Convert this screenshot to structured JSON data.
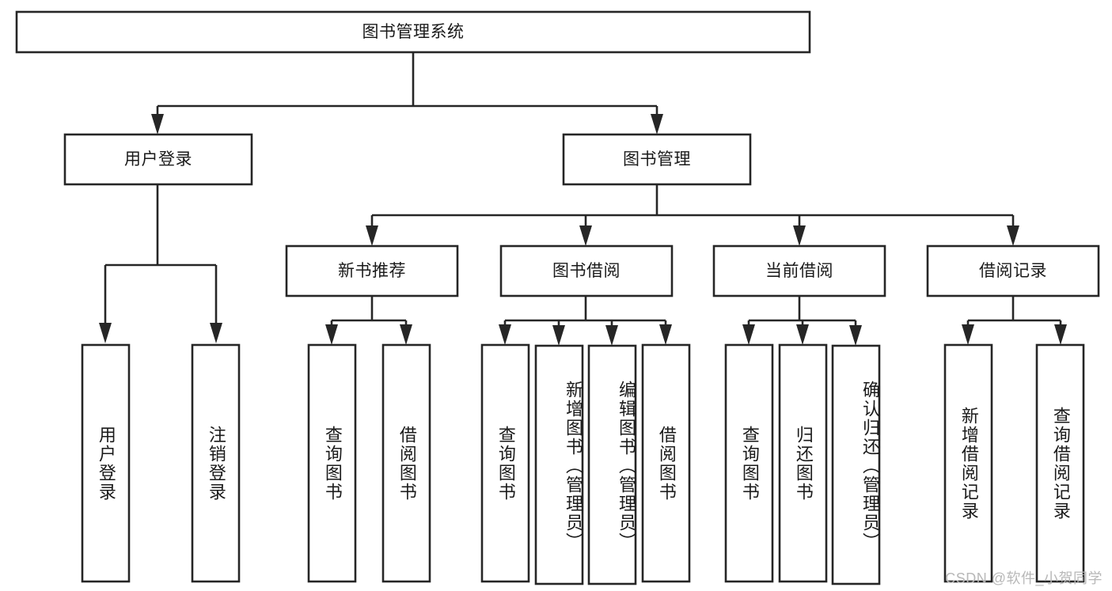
{
  "diagram": {
    "type": "hierarchy-tree",
    "title": "图书管理系统",
    "watermark": "CSDN @软件_小贺同学",
    "colors": {
      "box_stroke": "#262626",
      "box_fill": "#ffffff",
      "text": "#1a1a1a",
      "background": "#ffffff",
      "watermark": "#b8b8b8"
    },
    "root": {
      "label": "图书管理系统"
    },
    "level2": [
      {
        "label": "用户登录"
      },
      {
        "label": "图书管理"
      }
    ],
    "level3": [
      {
        "label": "新书推荐"
      },
      {
        "label": "图书借阅"
      },
      {
        "label": "当前借阅"
      },
      {
        "label": "借阅记录"
      }
    ],
    "leaves": {
      "user_login": [
        {
          "label": "用户登录"
        },
        {
          "label": "注销登录"
        }
      ],
      "new_book_recommend": [
        {
          "label": "查询图书"
        },
        {
          "label": "借阅图书"
        }
      ],
      "book_borrow": [
        {
          "label": "查询图书"
        },
        {
          "label": "新增图书（管理员）"
        },
        {
          "label": "编辑图书（管理员）"
        },
        {
          "label": "借阅图书"
        }
      ],
      "current_borrow": [
        {
          "label": "查询图书"
        },
        {
          "label": "归还图书"
        },
        {
          "label": "确认归还（管理员）"
        }
      ],
      "borrow_record": [
        {
          "label": "新增借阅记录"
        },
        {
          "label": "查询借阅记录"
        }
      ]
    }
  }
}
